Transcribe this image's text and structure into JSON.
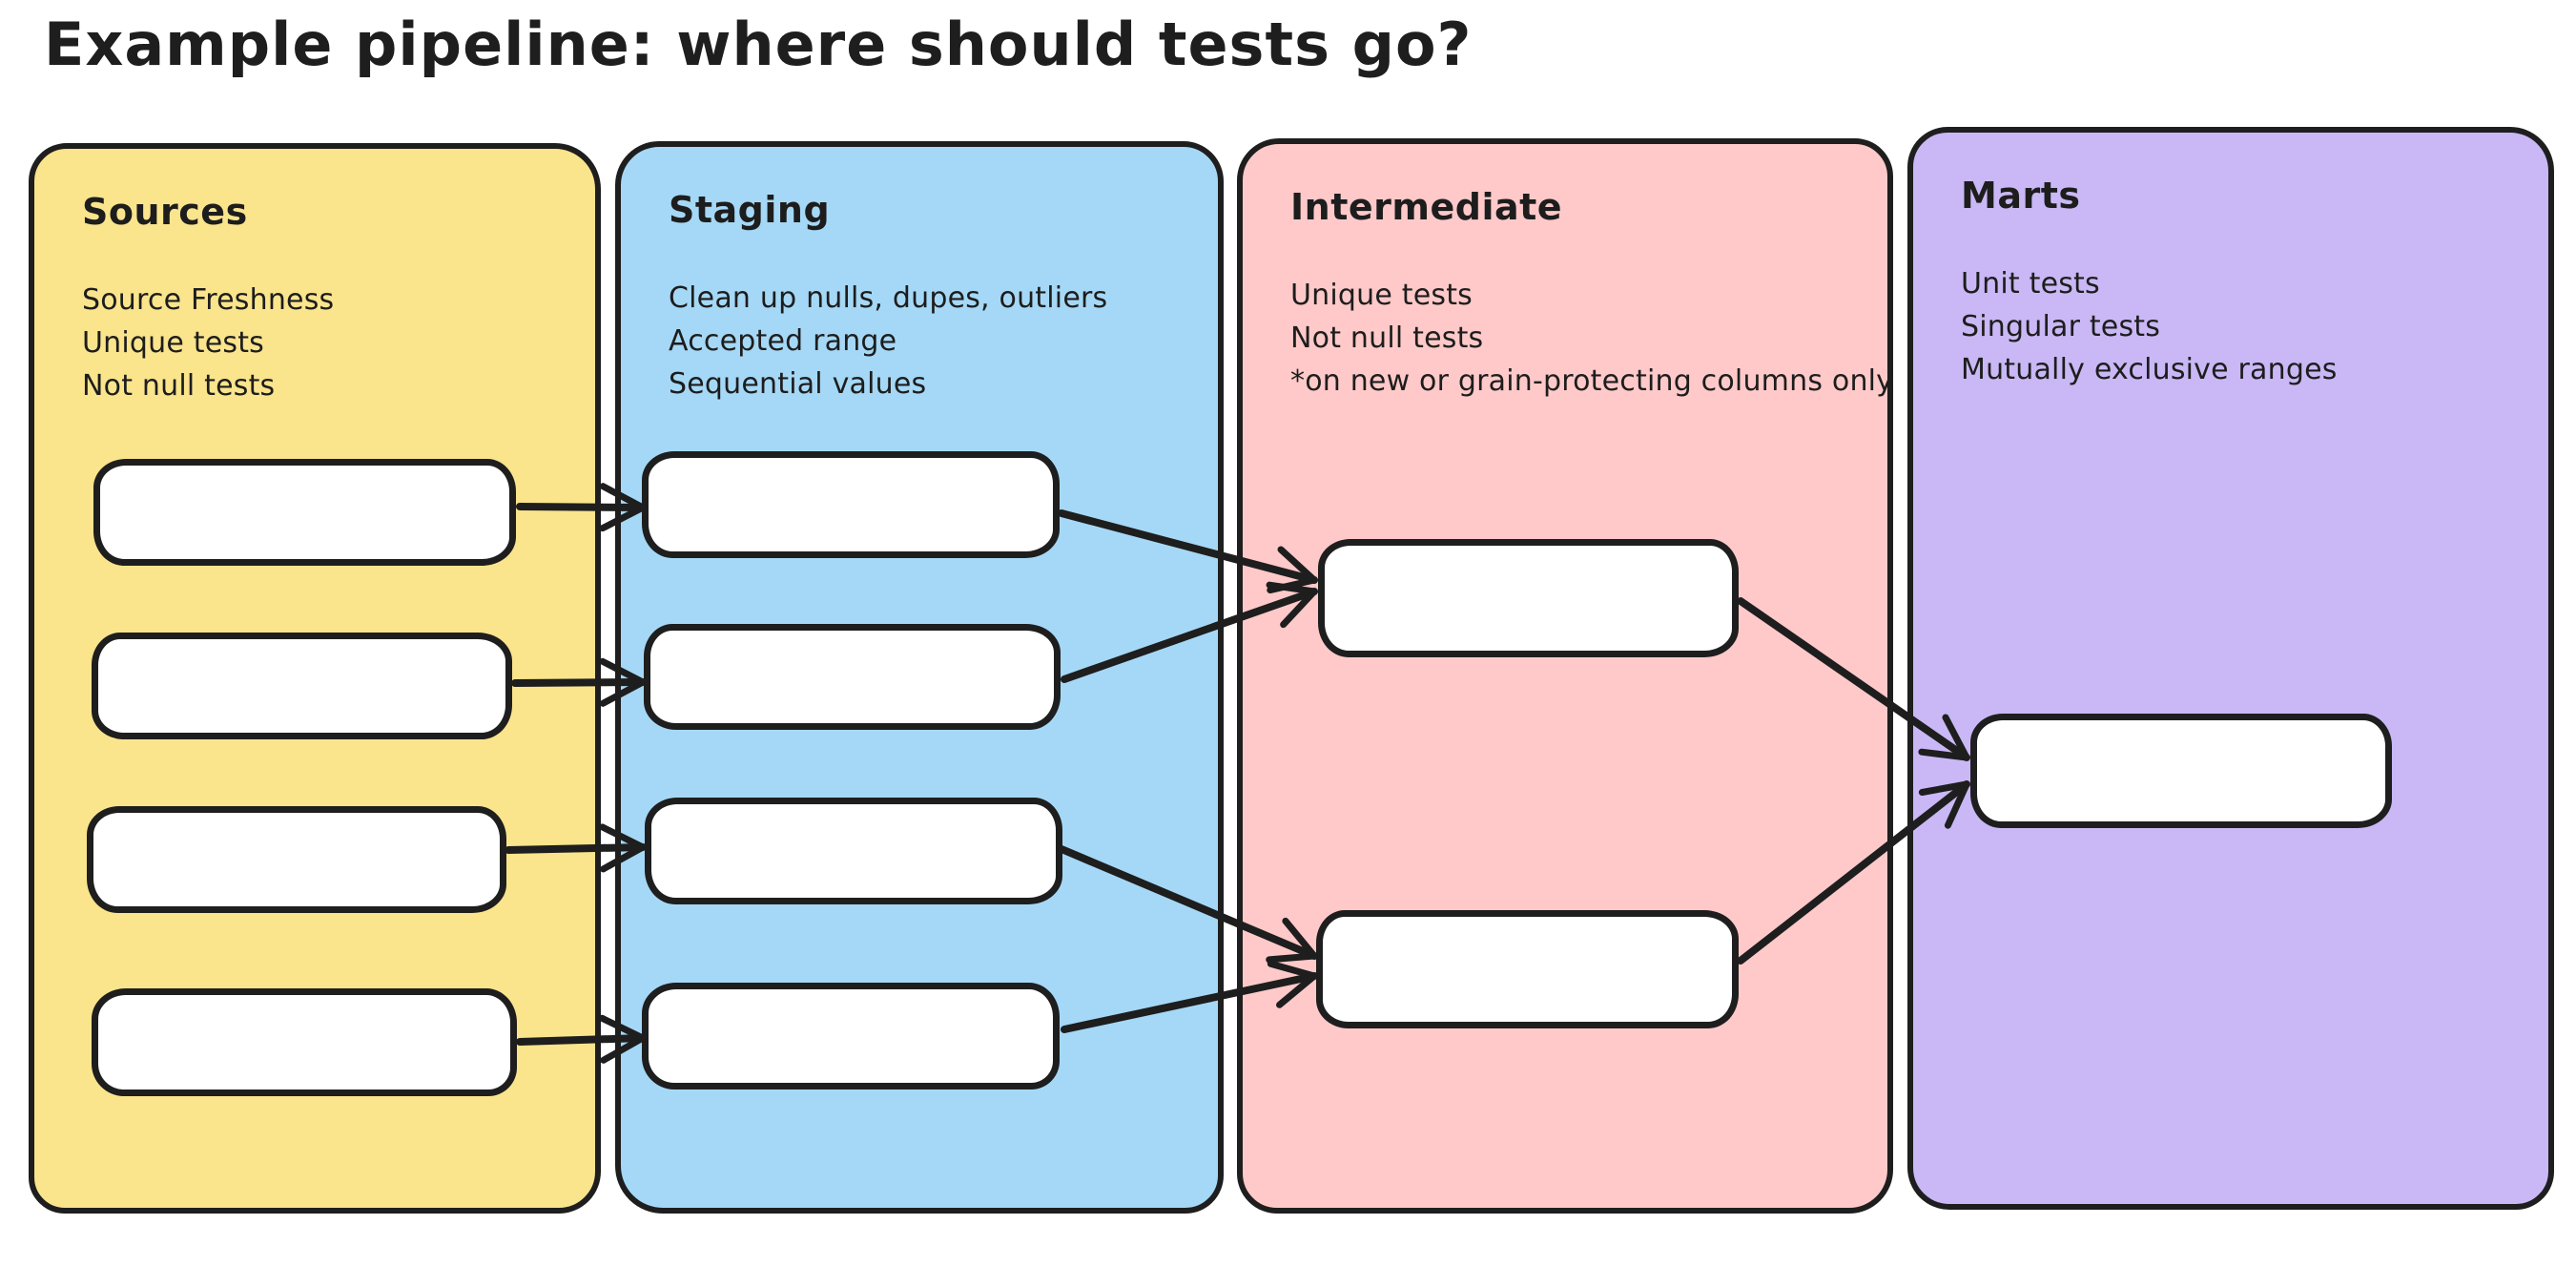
{
  "title": "Example pipeline: where should tests go?",
  "colors": {
    "sources_fill": "#FAE48C",
    "staging_fill": "#A5D8F6",
    "intermediate_fill": "#FFC9C9",
    "marts_fill": "#C9B8F5",
    "node_fill": "#ffffff",
    "stroke": "#1e1e1e",
    "text": "#1d1d1d",
    "background": "#ffffff"
  },
  "columns": [
    {
      "id": "sources",
      "title": "Sources",
      "color": "#FAE48C",
      "notes": [
        "Source Freshness",
        "Unique tests",
        "Not null tests"
      ],
      "node_count": 4
    },
    {
      "id": "staging",
      "title": "Staging",
      "color": "#A5D8F6",
      "notes": [
        "Clean up nulls, dupes, outliers",
        "Accepted range",
        "Sequential values"
      ],
      "node_count": 4
    },
    {
      "id": "intermediate",
      "title": "Intermediate",
      "color": "#FFC9C9",
      "notes": [
        "Unique tests",
        "Not null tests",
        "*on new or grain-protecting columns only"
      ],
      "node_count": 2
    },
    {
      "id": "marts",
      "title": "Marts",
      "color": "#C9B8F5",
      "notes": [
        "Unit tests",
        "Singular tests",
        "Mutually exclusive ranges"
      ],
      "node_count": 1
    }
  ],
  "edges": [
    {
      "from": "source-1",
      "to": "staging-1"
    },
    {
      "from": "source-2",
      "to": "staging-2"
    },
    {
      "from": "source-3",
      "to": "staging-3"
    },
    {
      "from": "source-4",
      "to": "staging-4"
    },
    {
      "from": "staging-1",
      "to": "intermediate-1"
    },
    {
      "from": "staging-2",
      "to": "intermediate-1"
    },
    {
      "from": "staging-3",
      "to": "intermediate-2"
    },
    {
      "from": "staging-4",
      "to": "intermediate-2"
    },
    {
      "from": "intermediate-1",
      "to": "mart-1"
    },
    {
      "from": "intermediate-2",
      "to": "mart-1"
    }
  ]
}
